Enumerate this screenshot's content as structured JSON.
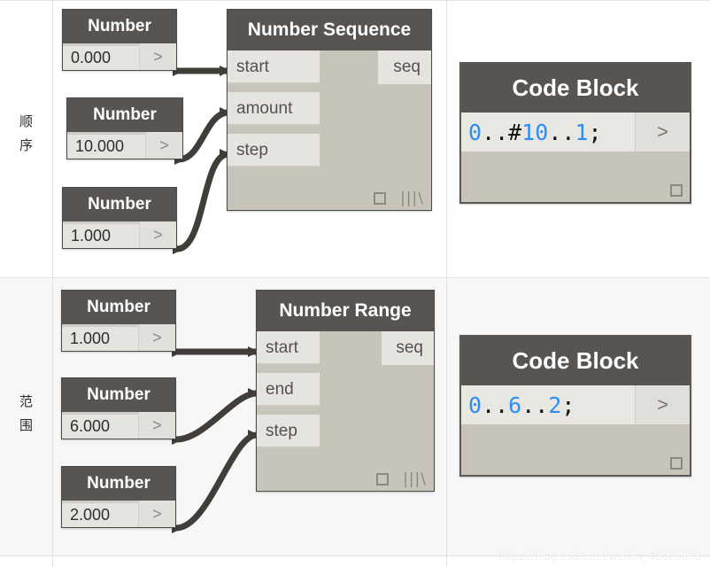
{
  "watermark": "https://blog.csdn.net/weixin_40626630",
  "colors": {
    "node_header": "#575451",
    "node_body": "#c9c4ba",
    "port_bg": "#e6e4df",
    "wire": "#413e3a",
    "code_number": "#2b8ef5",
    "code_punct": "#111111",
    "grid_line": "#e3e3e3",
    "row_alt_bg": "#f7f7f7"
  },
  "rows": [
    {
      "label_chars": [
        "顺",
        "序"
      ],
      "inputs": [
        {
          "title": "Number",
          "value": "0.000",
          "port": ">"
        },
        {
          "title": "Number",
          "value": "10.000",
          "port": ">"
        },
        {
          "title": "Number",
          "value": "1.000",
          "port": ">"
        }
      ],
      "function_node": {
        "title": "Number Sequence",
        "inputs": [
          "start",
          "amount",
          "step"
        ],
        "outputs": [
          "seq"
        ],
        "footer_icons": [
          "checkbox-icon",
          "lacing-icon"
        ],
        "lacing_glyph": "|||\\"
      },
      "code_block": {
        "title": "Code Block",
        "expression": "0..#10..1;",
        "tokens": [
          {
            "t": "0",
            "k": "n"
          },
          {
            "t": "..#",
            "k": "p"
          },
          {
            "t": "10",
            "k": "n"
          },
          {
            "t": "..",
            "k": "p"
          },
          {
            "t": "1",
            "k": "n"
          },
          {
            "t": ";",
            "k": "p"
          }
        ],
        "port": ">",
        "footer_icons": [
          "checkbox-icon"
        ]
      }
    },
    {
      "label_chars": [
        "范",
        "围"
      ],
      "inputs": [
        {
          "title": "Number",
          "value": "1.000",
          "port": ">"
        },
        {
          "title": "Number",
          "value": "6.000",
          "port": ">"
        },
        {
          "title": "Number",
          "value": "2.000",
          "port": ">"
        }
      ],
      "function_node": {
        "title": "Number Range",
        "inputs": [
          "start",
          "end",
          "step"
        ],
        "outputs": [
          "seq"
        ],
        "footer_icons": [
          "checkbox-icon",
          "lacing-icon"
        ],
        "lacing_glyph": "|||\\"
      },
      "code_block": {
        "title": "Code Block",
        "expression": "0..6..2;",
        "tokens": [
          {
            "t": "0",
            "k": "n"
          },
          {
            "t": "..",
            "k": "p"
          },
          {
            "t": "6",
            "k": "n"
          },
          {
            "t": "..",
            "k": "p"
          },
          {
            "t": "2",
            "k": "n"
          },
          {
            "t": ";",
            "k": "p"
          }
        ],
        "port": ">",
        "footer_icons": [
          "checkbox-icon"
        ]
      }
    }
  ]
}
